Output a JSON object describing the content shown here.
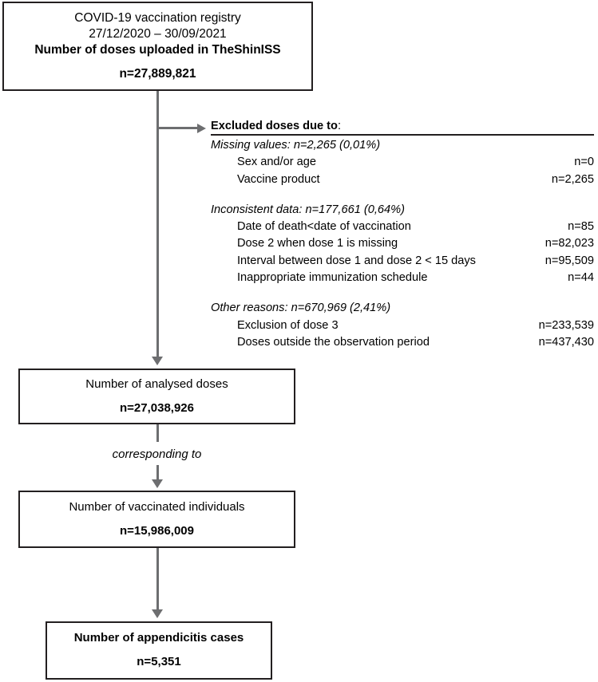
{
  "flowchart": {
    "title": "COVID-19 vaccination registry flow diagram",
    "line_color": "#6d6e70",
    "box_border_color": "#231f20"
  },
  "boxes": {
    "registry": {
      "line1": "COVID-19 vaccination registry",
      "line2": "27/12/2020 – 30/09/2021",
      "line3": "Number of doses uploaded in TheShinISS",
      "count": "n=27,889,821"
    },
    "analysed_doses": {
      "label": "Number of analysed doses",
      "count": "n=27,038,926"
    },
    "vaccinated_individuals": {
      "label": "Number of vaccinated individuals",
      "count": "n=15,986,009"
    },
    "appendicitis_cases": {
      "label": "Number of appendicitis cases",
      "count": "n=5,351"
    }
  },
  "connectors": {
    "corresponding_to": "corresponding to"
  },
  "exclusions": {
    "title_bold": "Excluded doses due to",
    "title_plain": ":",
    "groups": [
      {
        "heading": "Missing values: n=2,265 (0,01%)",
        "rows": [
          {
            "label": "Sex and/or age",
            "value": "n=0"
          },
          {
            "label": "Vaccine product",
            "value": "n=2,265"
          }
        ]
      },
      {
        "heading": "Inconsistent data: n=177,661 (0,64%)",
        "rows": [
          {
            "label": "Date of death<date of vaccination",
            "value": "n=85"
          },
          {
            "label": "Dose 2 when dose 1 is missing",
            "value": "n=82,023"
          },
          {
            "label": "Interval between dose 1 and dose 2 < 15 days",
            "value": "n=95,509"
          },
          {
            "label": "Inappropriate immunization schedule",
            "value": "n=44"
          }
        ]
      },
      {
        "heading": "Other reasons: n=670,969 (2,41%)",
        "rows": [
          {
            "label": "Exclusion of dose 3",
            "value": "n=233,539"
          },
          {
            "label": "Doses outside the observation period",
            "value": "n=437,430"
          }
        ]
      }
    ]
  }
}
